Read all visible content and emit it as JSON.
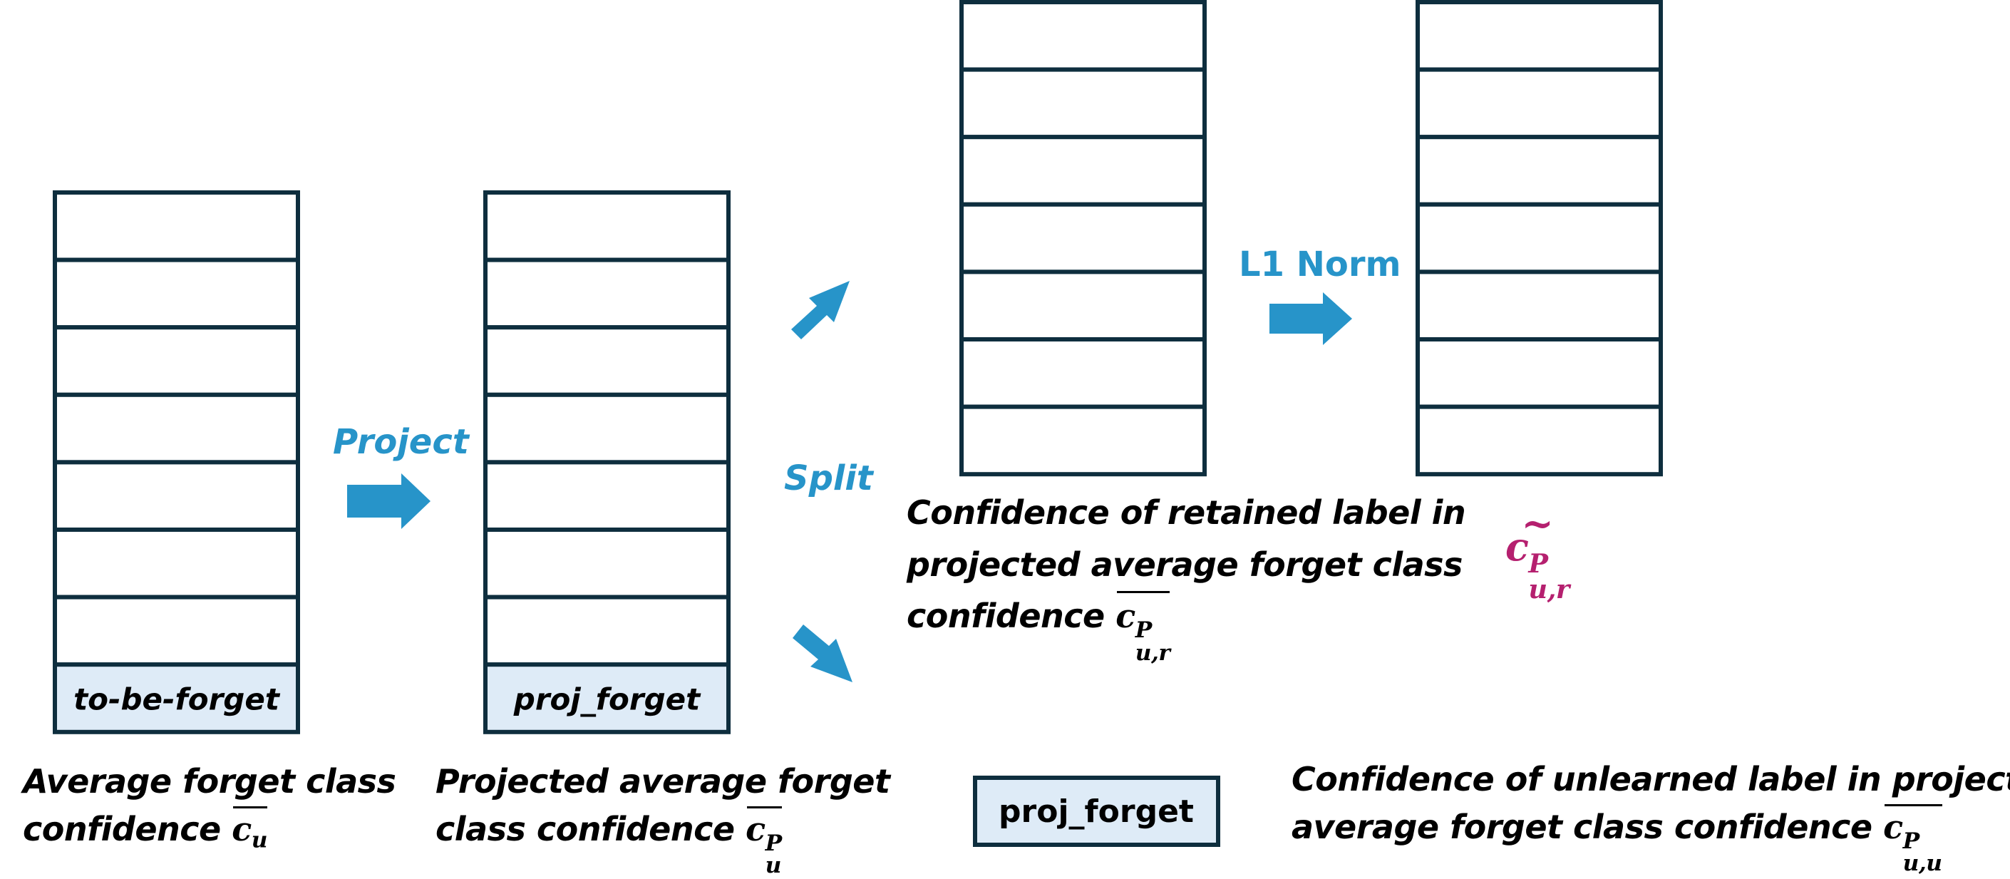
{
  "colors": {
    "accent": "#2794c9",
    "stroke": "#0e2e3e",
    "highlight_fill": "#deebf7",
    "magenta": "#b5206f"
  },
  "columns": [
    {
      "id": "to-be-forget",
      "rows": 8,
      "highlight_label": "to-be-forget"
    },
    {
      "id": "proj-forget",
      "rows": 8,
      "highlight_label": "proj_forget"
    },
    {
      "id": "retained",
      "rows": 7
    },
    {
      "id": "normalized",
      "rows": 7
    }
  ],
  "operations": {
    "project": "Project",
    "split": "Split",
    "l1_norm": "L1 Norm"
  },
  "unlearned_box_label": "proj_forget",
  "captions": {
    "avg_forget": {
      "line1": "Average forget class",
      "line2": "confidence",
      "symbol": "c",
      "sub": "u"
    },
    "projected": {
      "line1": "Projected average forget",
      "line2": "class confidence",
      "symbol": "c",
      "sup": "P",
      "sub": "u"
    },
    "retained": {
      "line1": "Confidence of retained label in",
      "line2": "projected average forget class",
      "line3": "confidence",
      "symbol": "c",
      "sup": "P",
      "sub": "u,r"
    },
    "normalized": {
      "symbol": "c",
      "sup": "P",
      "sub": "u,r"
    },
    "unlearned": {
      "line1": "Confidence of unlearned label in projected",
      "line2": "average forget class confidence",
      "symbol": "c",
      "sup": "P",
      "sub": "u,u"
    }
  }
}
